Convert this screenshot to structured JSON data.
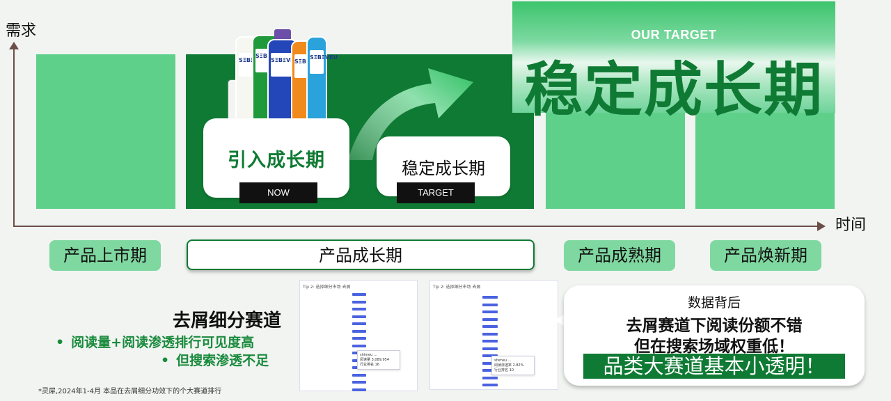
{
  "axes": {
    "y_label": "需求",
    "x_label": "时间"
  },
  "top": {
    "intro_card_title": "引入成长期",
    "now_tag": "NOW",
    "stable_card_title": "稳定成长期",
    "target_tag": "TARGET",
    "our_target": "OUR TARGET",
    "big_target": "稳定成长期",
    "bottle_brand": "SΞBΞVEU"
  },
  "phases": {
    "launch": "产品上市期",
    "growth": "产品成长期",
    "mature": "产品成熟期",
    "renew": "产品焕新期"
  },
  "segment": {
    "title": "去屑细分赛道",
    "bullets": [
      "阅读量+阅读渗透排行可见度高",
      "但搜索渗透不足"
    ],
    "footnote": "*灵犀,2024年1-4月 本品在去屑细分功效下的个大赛道排行"
  },
  "screenshots": {
    "left_header": "Tip 2: 选择细分市场  去屑",
    "right_header": "Tip 2: 选择细分市场  去屑",
    "left_tip": [
      "shimeu ...",
      "阅读量  3,089,954",
      "行业排名  16"
    ],
    "right_tip": [
      "shimeu ...",
      "阅读渗透率  2.82%",
      "行业排名  10"
    ]
  },
  "callout": {
    "subtitle": "数据背后",
    "line1": "去屑赛道下阅读份额不错",
    "line2": "但在搜索场域权重低！",
    "banner": "品类大赛道基本小透明！"
  },
  "colors": {
    "dark_green": "#0f7a33",
    "light_green": "#5fd08a",
    "bar_blue": "#4a63e0"
  }
}
